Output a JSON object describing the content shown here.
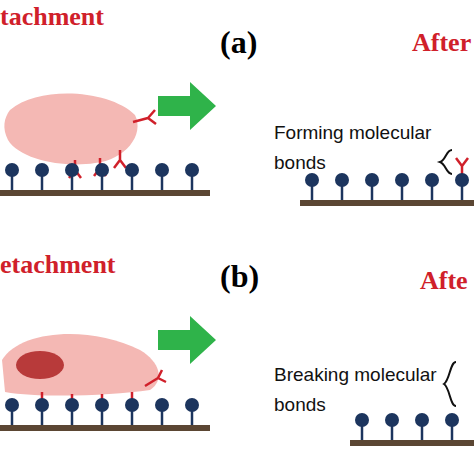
{
  "diagram": {
    "labels": [
      "tachment",
      "(a)",
      "After",
      "Forming molecular bonds",
      "etachment",
      "(b)",
      "Afte",
      "Breaking molecular bonds"
    ]
  }
}
